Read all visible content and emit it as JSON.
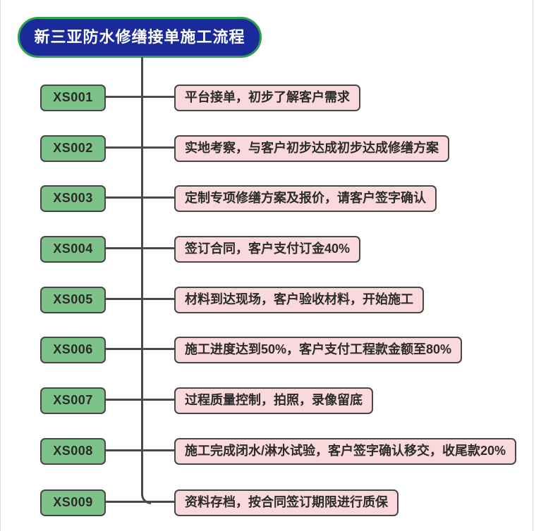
{
  "title": {
    "text": "新三亚防水修缮接单施工流程"
  },
  "colors": {
    "line": "#4a4a4a",
    "node_border": "#474747",
    "green_fill": "#7dc289",
    "pink_fill": "#f9d9db",
    "title_fill": "#1a2a9a",
    "title_border": "#2aa14c",
    "title_text": "#ffffff",
    "text": "#2b2b2b"
  },
  "steps": [
    {
      "code": "XS001",
      "desc": "平台接单，初步了解客户需求"
    },
    {
      "code": "XS002",
      "desc": "实地考察，与客户初步达成初步达成修缮方案"
    },
    {
      "code": "XS003",
      "desc": "定制专项修缮方案及报价，请客户签字确认"
    },
    {
      "code": "XS004",
      "desc": "签订合同，客户支付订金40%"
    },
    {
      "code": "XS005",
      "desc": "材料到达现场，客户验收材料，开始施工"
    },
    {
      "code": "XS006",
      "desc": "施工进度达到50%，客户支付工程款金额至80%"
    },
    {
      "code": "XS007",
      "desc": "过程质量控制，拍照，录像留底"
    },
    {
      "code": "XS008",
      "desc": "施工完成闭水/淋水试验，客户签字确认移交，收尾款20%"
    },
    {
      "code": "XS009",
      "desc": "资料存档，按合同签订期限进行质保"
    }
  ]
}
